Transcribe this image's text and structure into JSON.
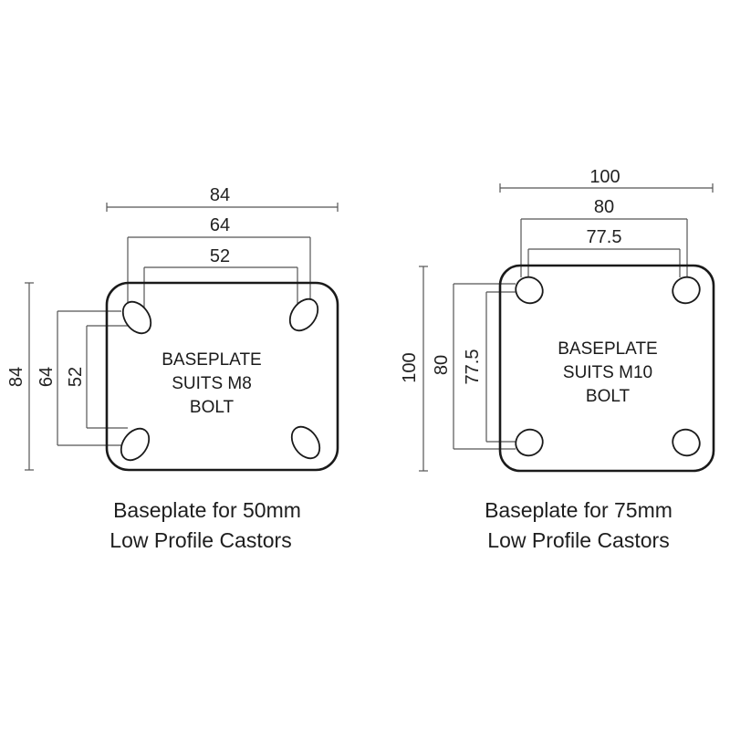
{
  "diagrams": [
    {
      "id": "left",
      "caption": [
        "Baseplate for 50mm",
        "Low Profile Castors"
      ],
      "plate_label": [
        "BASEPLATE",
        "SUITS M8",
        "BOLT"
      ],
      "hole_shape": "slot",
      "horizontal_dimensions": [
        "84",
        "64",
        "52"
      ],
      "vertical_dimensions": [
        "84",
        "64",
        "52"
      ]
    },
    {
      "id": "right",
      "caption": [
        "Baseplate for 75mm",
        "Low Profile Castors"
      ],
      "plate_label": [
        "BASEPLATE",
        "SUITS M10",
        "BOLT"
      ],
      "hole_shape": "round",
      "horizontal_dimensions": [
        "100",
        "80",
        "77.5"
      ],
      "vertical_dimensions": [
        "100",
        "80",
        "77.5"
      ]
    }
  ]
}
